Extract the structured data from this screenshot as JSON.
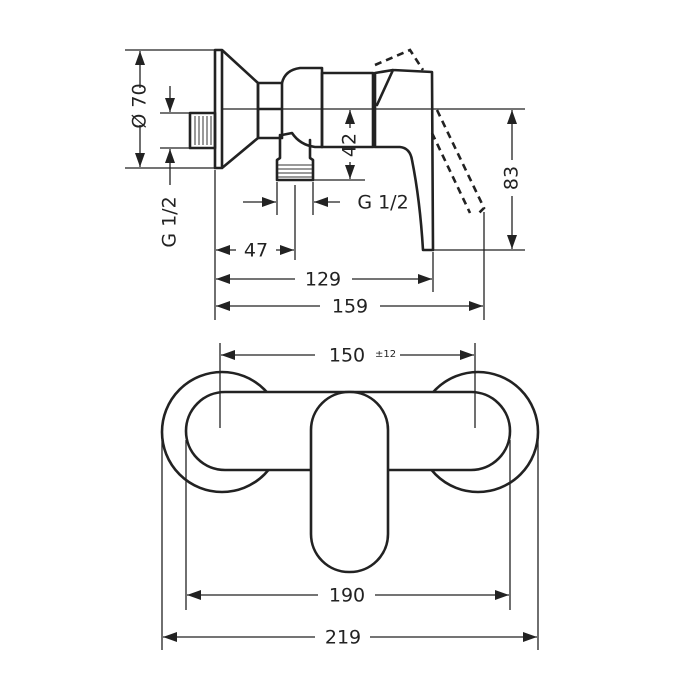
{
  "side_view": {
    "dimensions": {
      "diameter": "Ø 70",
      "inlet_thread": "G 1/2",
      "height_outlet": "42",
      "height_lever": "83",
      "outlet_thread": "G 1/2",
      "outlet_offset": "47",
      "projection": "129",
      "projection_max": "159"
    }
  },
  "front_view": {
    "dimensions": {
      "centers": "150",
      "centers_tolerance": "±12",
      "body_width": "190",
      "total_width": "219"
    }
  }
}
